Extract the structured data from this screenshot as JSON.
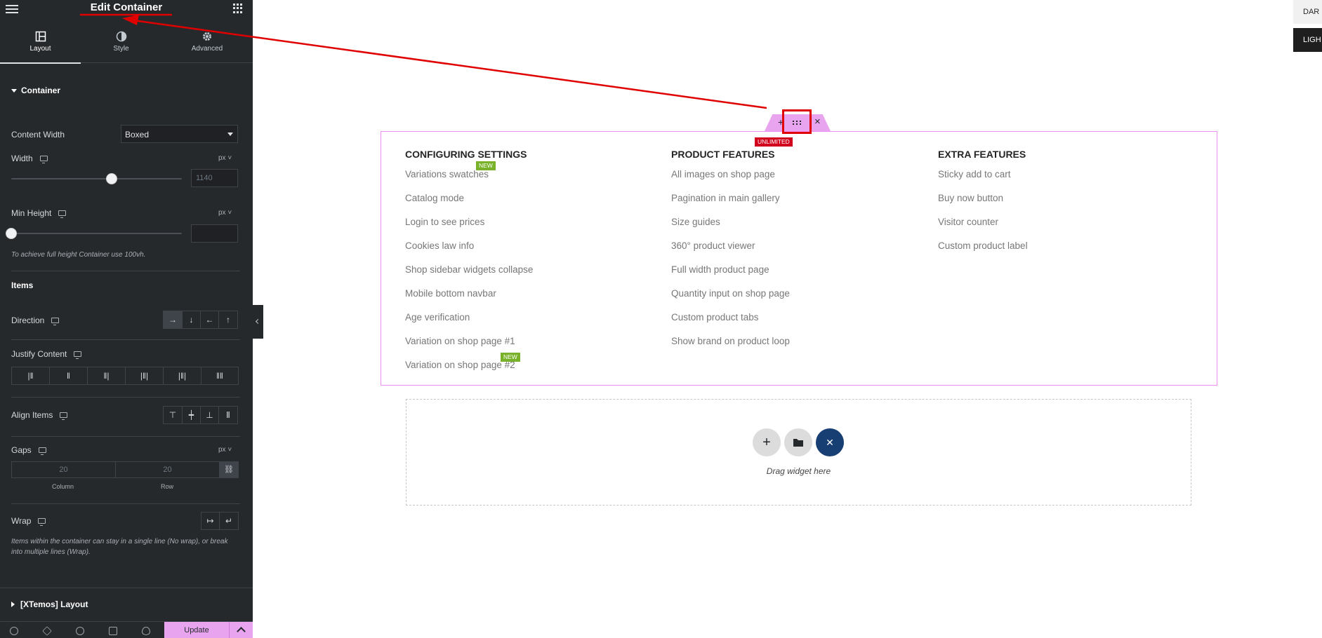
{
  "panel": {
    "title": "Edit Container",
    "tabs": [
      {
        "label": "Layout",
        "icon": "layout-icon",
        "active": true
      },
      {
        "label": "Style",
        "icon": "half-circle-icon",
        "active": false
      },
      {
        "label": "Advanced",
        "icon": "gear-icon",
        "active": false
      }
    ],
    "section_container": "Container",
    "content_width": {
      "label": "Content Width",
      "value": "Boxed"
    },
    "width": {
      "label": "Width",
      "unit": "px",
      "placeholder": "1140",
      "level": 0.59
    },
    "min_height": {
      "label": "Min Height",
      "unit": "px",
      "value": "",
      "level": 0
    },
    "min_height_note": "To achieve full height Container use 100vh.",
    "items_heading": "Items",
    "direction": {
      "label": "Direction",
      "options": [
        "→",
        "↓",
        "←",
        "↑"
      ],
      "selected": 0
    },
    "justify": {
      "label": "Justify Content",
      "options": [
        "justify-start-icon",
        "justify-center-icon",
        "justify-end-icon",
        "space-between-icon",
        "space-around-icon",
        "space-evenly-icon"
      ]
    },
    "align": {
      "label": "Align Items",
      "options": [
        "align-start-icon",
        "align-center-icon",
        "align-end-icon",
        "align-stretch-icon"
      ]
    },
    "gaps": {
      "label": "Gaps",
      "unit": "px",
      "column": "20",
      "row": "20",
      "column_label": "Column",
      "row_label": "Row"
    },
    "wrap": {
      "label": "Wrap",
      "options": [
        "no-wrap-icon",
        "wrap-icon"
      ]
    },
    "wrap_note": "Items within the container can stay in a single line (No wrap), or break into multiple lines (Wrap).",
    "xtemos": "[XTemos] Layout",
    "update": "Update"
  },
  "toggles": {
    "dark": "DAR",
    "light": "LIGH"
  },
  "columns": [
    {
      "title": "CONFIGURING SETTINGS",
      "items": [
        "Variations swatches",
        "Catalog mode",
        "Login to see prices",
        "Cookies law info",
        "Shop sidebar widgets collapse",
        "Mobile bottom navbar",
        "Age verification",
        "Variation on shop page #1",
        "Variation on shop page #2"
      ]
    },
    {
      "title": "PRODUCT FEATURES",
      "items": [
        "All images on shop page",
        "Pagination in main gallery",
        "Size guides",
        "360° product viewer",
        "Full width product page",
        "Quantity input on shop page",
        "Custom product tabs",
        "Show brand on product loop"
      ]
    },
    {
      "title": "EXTRA FEATURES",
      "items": [
        "Sticky add to cart",
        "Buy now button",
        "Visitor counter",
        "Custom product label"
      ]
    }
  ],
  "badges": {
    "new": "NEW",
    "unlimited": "UNLIMITED"
  },
  "dropzone": {
    "text": "Drag widget here"
  },
  "colors": {
    "panel_bg": "#26292c",
    "accent_pink": "#e9a4ef",
    "border_pink": "#ee8ff2",
    "annotation_red": "#e00000",
    "badge_green": "#79b22a",
    "badge_red": "#d1001c",
    "navy": "#173f74"
  }
}
